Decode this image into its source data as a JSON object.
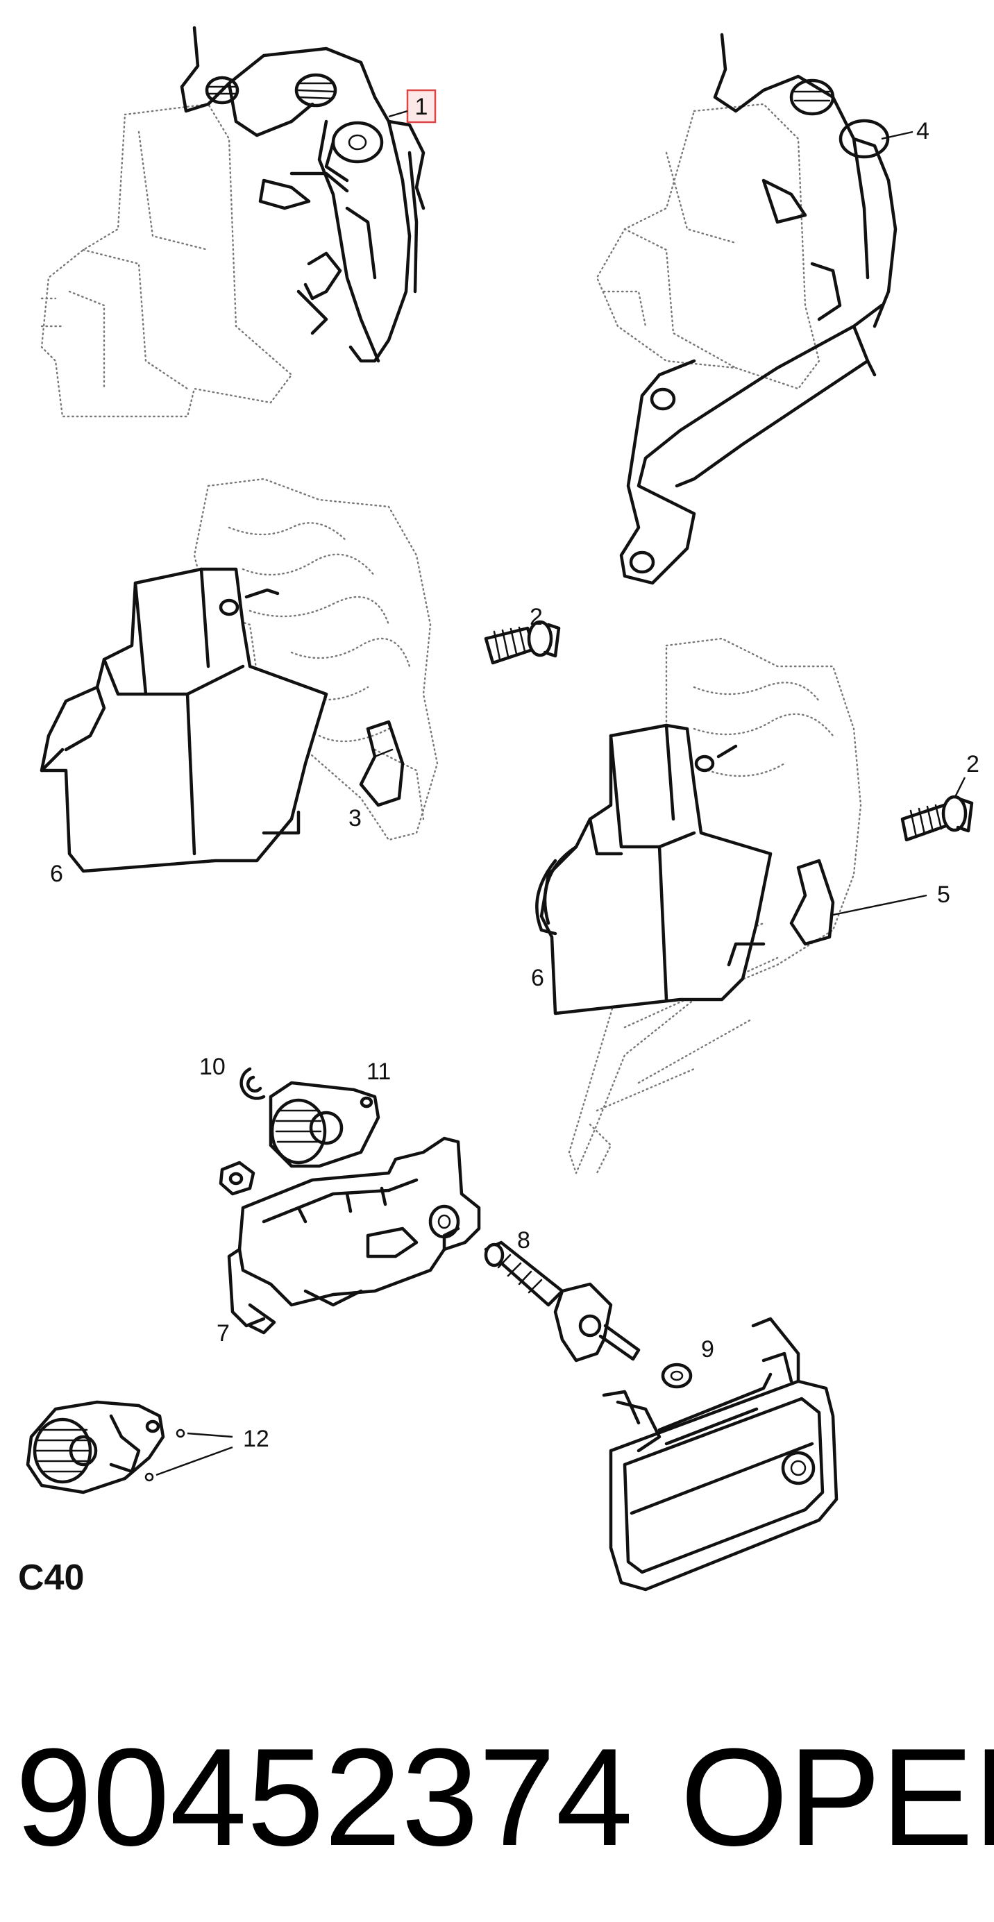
{
  "diagram": {
    "section_code": "C40",
    "part_number": "90452374",
    "brand": "OPEL",
    "highlighted_callout": "1",
    "callouts": [
      {
        "id": "c1",
        "label": "1"
      },
      {
        "id": "c4",
        "label": "4"
      },
      {
        "id": "c2a",
        "label": "2"
      },
      {
        "id": "c3",
        "label": "3"
      },
      {
        "id": "c6a",
        "label": "6"
      },
      {
        "id": "c2b",
        "label": "2"
      },
      {
        "id": "c5",
        "label": "5"
      },
      {
        "id": "c6b",
        "label": "6"
      },
      {
        "id": "c10",
        "label": "10"
      },
      {
        "id": "c11",
        "label": "11"
      },
      {
        "id": "c7",
        "label": "7"
      },
      {
        "id": "c8",
        "label": "8"
      },
      {
        "id": "c9",
        "label": "9"
      },
      {
        "id": "c12",
        "label": "12"
      }
    ],
    "colors": {
      "line": "#111111",
      "ghost": "#777777",
      "highlight_fill": "#fde8e8",
      "highlight_stroke": "#dd4444"
    }
  }
}
